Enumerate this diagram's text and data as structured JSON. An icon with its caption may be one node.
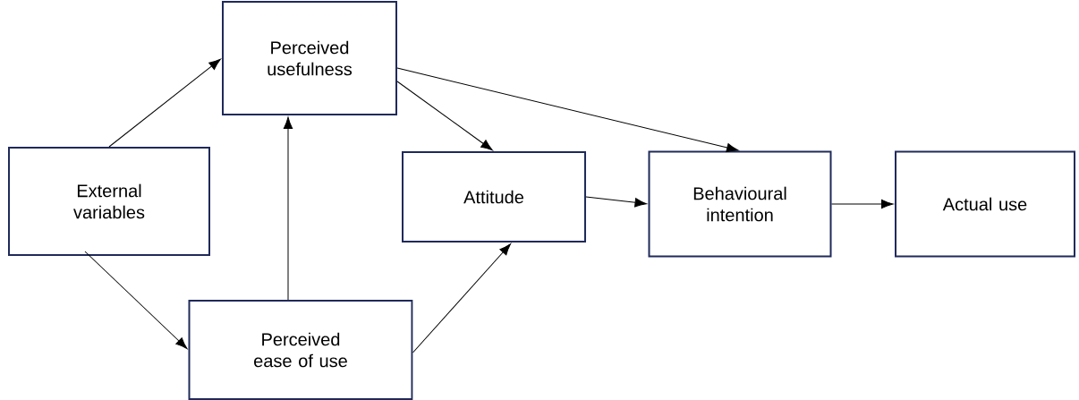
{
  "diagram": {
    "nodes": [
      {
        "text": [
          "External variables"
        ]
      },
      {
        "text": [
          "Perceived usefulness"
        ]
      },
      {
        "text": [
          "Perceived ease of use"
        ]
      },
      {
        "text": [
          "Attitude"
        ]
      },
      {
        "text": [
          "Behavioural intention"
        ]
      },
      {
        "text": [
          "Actual use"
        ]
      }
    ],
    "edges": [
      {
        "from": 0,
        "to": 1,
        "arrow": "to"
      },
      {
        "from": 0,
        "to": 2,
        "arrow": "to"
      },
      {
        "from": 2,
        "to": 1,
        "arrow": "to"
      },
      {
        "from": 2,
        "to": 3,
        "arrow": "to"
      },
      {
        "from": 1,
        "to": 3,
        "arrow": "to"
      },
      {
        "from": 1,
        "to": 4,
        "arrow": "to"
      },
      {
        "from": 3,
        "to": 4,
        "arrow": "to"
      },
      {
        "from": 4,
        "to": 5,
        "arrow": "to"
      }
    ]
  }
}
